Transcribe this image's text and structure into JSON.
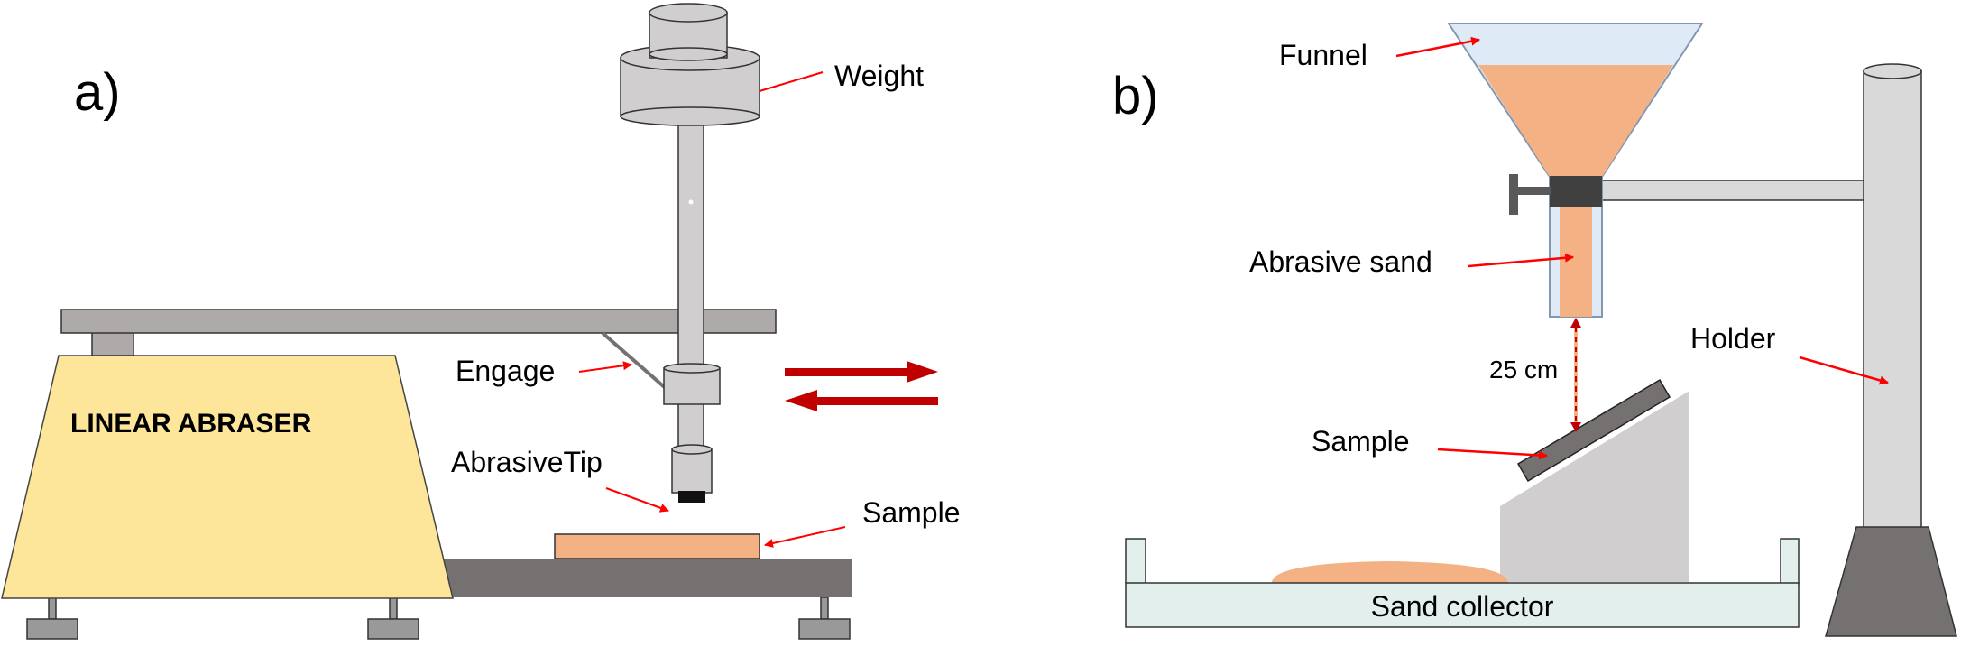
{
  "panel_a": {
    "label": "a)",
    "machine_label": "LINEAR ABRASER",
    "labels": {
      "weight": "Weight",
      "engage": "Engage",
      "abrasive_tip": "AbrasiveTip",
      "sample": "Sample"
    }
  },
  "panel_b": {
    "label": "b)",
    "labels": {
      "funnel": "Funnel",
      "abrasive_sand": "Abrasive sand",
      "distance": "25 cm",
      "holder": "Holder",
      "sample": "Sample",
      "sand_collector": "Sand collector"
    }
  },
  "colors": {
    "machine_body": "#FDE699",
    "sample": "#F4B183",
    "metal": "#D0CECE",
    "dark_base": "#767171",
    "arm": "#AEAAAA",
    "leader_line": "#FF0000",
    "motion_arrow": "#C00000",
    "funnel_fill": "#DEEBF7",
    "collector": "#E2EFEC",
    "valve": "#404040"
  }
}
